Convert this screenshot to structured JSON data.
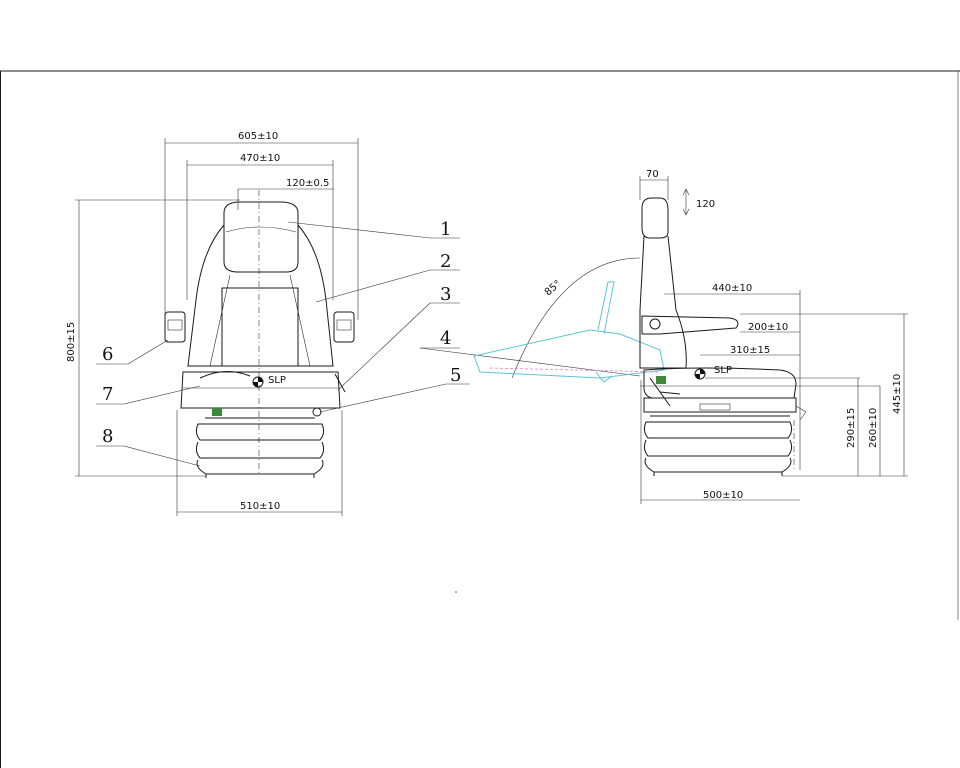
{
  "front_view": {
    "dimensions": {
      "overall_width": "605±10",
      "armrest_width": "470±10",
      "headrest_width": "120±0.5",
      "height": "800±15",
      "base_width": "510±10"
    },
    "slp_label": "SLP"
  },
  "side_view": {
    "dimensions": {
      "headrest_thickness": "70",
      "headrest_travel": "120",
      "recline_angle": "85°",
      "armrest_length": "440±10",
      "armrest_height": "200±10",
      "seat_depth": "310±15",
      "seat_height_1": "290±15",
      "seat_height_2": "260±10",
      "armrest_top_height": "445±10",
      "base_depth": "500±10"
    },
    "slp_label": "SLP"
  },
  "callouts": [
    "1",
    "2",
    "3",
    "4",
    "5",
    "6",
    "7",
    "8"
  ],
  "colors": {
    "line": "#1a1a1a",
    "reclined_outline": "#5fc3d6",
    "reclined_path": "#d98ab7",
    "fitting": "#3a8a3a"
  }
}
